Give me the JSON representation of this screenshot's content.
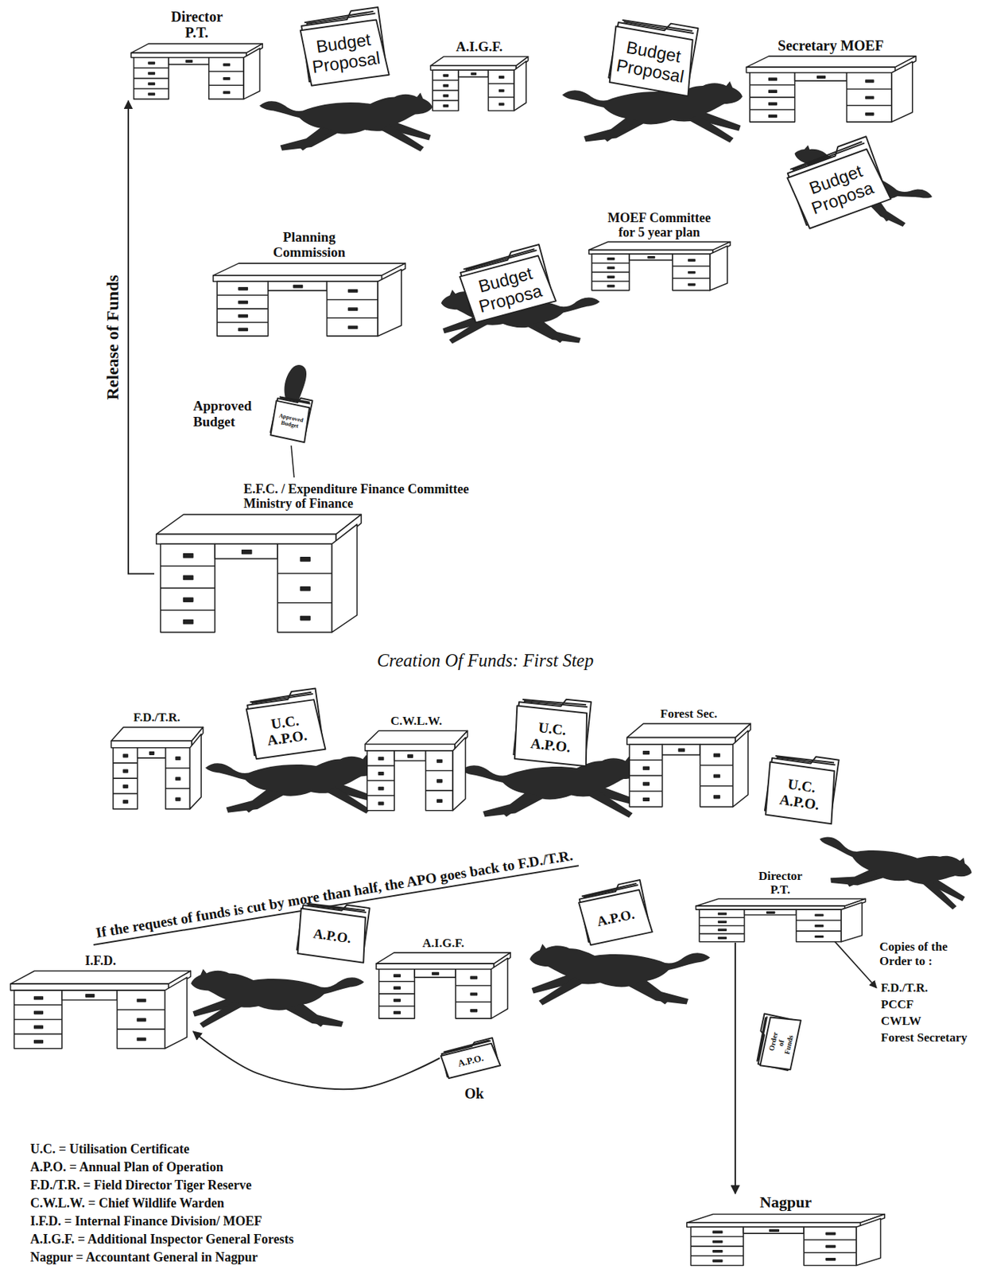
{
  "diagram": {
    "nodes": [
      {
        "text": [
          "Director P.T."
        ]
      },
      {
        "text": [
          "Budget Proposal"
        ]
      },
      {
        "text": [
          "A.I.G.F."
        ]
      },
      {
        "text": [
          "Budget Proposal"
        ]
      },
      {
        "text": [
          "Secretary MOEF"
        ]
      },
      {
        "text": [
          "Budget Proposa"
        ]
      },
      {
        "text": [
          "MOEF Committee for 5 year plan"
        ]
      },
      {
        "text": [
          "Budget Proposa"
        ]
      },
      {
        "text": [
          "Planning Commission"
        ]
      },
      {
        "text": [
          "Approved Budget"
        ]
      },
      {
        "text": [
          "E.F.C. / Expenditure Finance Committee Ministry of Finance"
        ]
      },
      {
        "text": [
          "F.D./T.R."
        ]
      },
      {
        "text": [
          "U.C. A.P.O."
        ]
      },
      {
        "text": [
          "C.W.L.W."
        ]
      },
      {
        "text": [
          "U.C. A.P.O."
        ]
      },
      {
        "text": [
          "Forest Sec."
        ]
      },
      {
        "text": [
          "U.C. A.P.O."
        ]
      },
      {
        "text": [
          "Director P.T."
        ]
      },
      {
        "text": [
          "A.P.O."
        ]
      },
      {
        "text": [
          "A.I.G.F."
        ]
      },
      {
        "text": [
          "A.P.O."
        ]
      },
      {
        "text": [
          "I.F.D."
        ]
      },
      {
        "text": [
          "A.P.O."
        ]
      },
      {
        "text": [
          "Order of Funds"
        ]
      },
      {
        "text": [
          "Nagpur"
        ]
      }
    ],
    "edges": [
      {
        "from": 10,
        "to": 0,
        "label": "Release of Funds",
        "arrow": "to"
      },
      {
        "from": 22,
        "to": 21,
        "label": "Ok",
        "arrow": "to"
      },
      {
        "from": 17,
        "to": 24,
        "arrow": "to"
      }
    ],
    "labels": [
      "Approved Budget",
      "Creation Of Funds: First Step",
      "If the request of funds is cut by more than half, the APO goes back to F.D./T.R.",
      "Copies of the Order to :",
      "F.D./T.R.",
      "PCCF",
      "CWLW",
      "Forest Secretary",
      "U.C. = Utilisation Certificate",
      "A.P.O. = Annual Plan of Operation",
      "F.D./T.R. = Field Director Tiger Reserve",
      "C.W.L.W. = Chief Wildlife Warden",
      "I.F.D. = Internal Finance Division/ MOEF",
      "A.I.G.F. = Additional Inspector General Forests",
      "Nagpur = Accountant General in Nagpur"
    ]
  }
}
